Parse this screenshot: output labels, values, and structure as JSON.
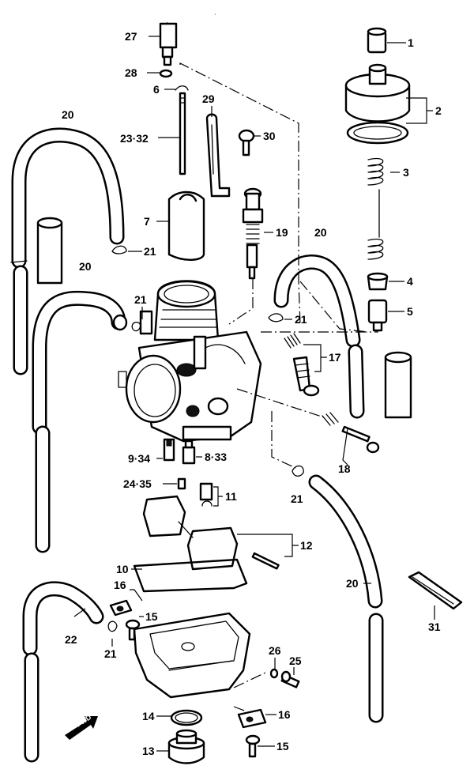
{
  "labels": {
    "l1": "1",
    "l2": "2",
    "l3": "3",
    "l4": "4",
    "l5": "5",
    "l6": "6",
    "l7": "7",
    "l8": "8·33",
    "l9": "9·34",
    "l10": "10",
    "l11": "11",
    "l12": "12",
    "l13": "13",
    "l14": "14",
    "l15a": "15",
    "l15b": "15",
    "l16a": "16",
    "l16b": "16",
    "l17": "17",
    "l18": "18",
    "l19": "19",
    "l20a": "20",
    "l20b": "20",
    "l20c": "20",
    "l20d": "20",
    "l21a": "21",
    "l21b": "21",
    "l21c": "21",
    "l21d": "21",
    "l21e": "21",
    "l22": "22",
    "l23": "23·32",
    "l24": "24·35",
    "l25": "25",
    "l26": "26",
    "l27": "27",
    "l28": "28",
    "l29": "29",
    "l30": "30",
    "l31": "31"
  },
  "fwd_arrow": "FWD"
}
